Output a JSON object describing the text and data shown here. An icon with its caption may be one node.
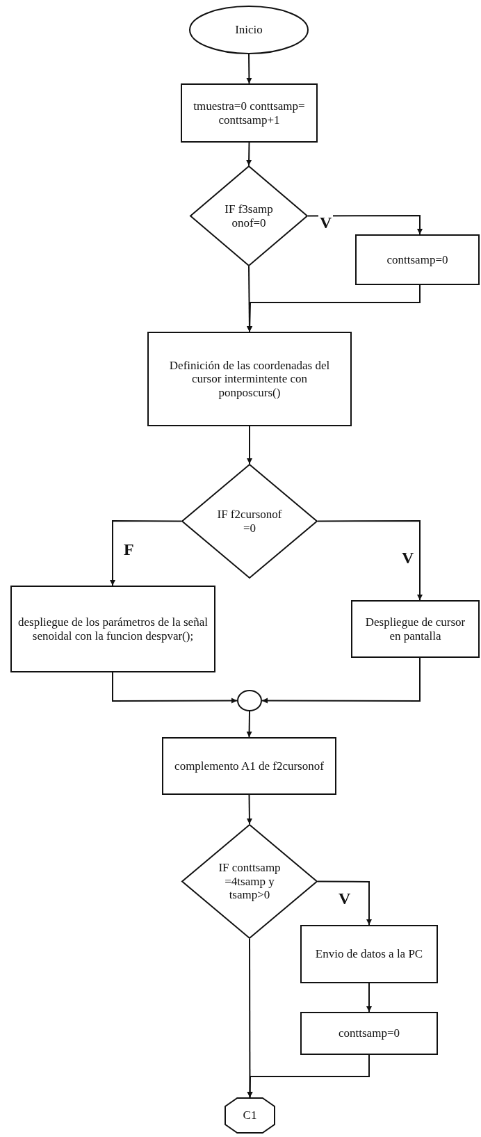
{
  "diagram": {
    "nodes": [
      {
        "text": [
          "Inicio"
        ]
      },
      {
        "text": [
          "tmuestra=0 conttsamp= conttsamp+1"
        ]
      },
      {
        "text": [
          "IF f3samp onof=0"
        ]
      },
      {
        "text": [
          "conttsamp=0"
        ]
      },
      {
        "text": [
          "Definición de las coordenadas del cursor intermintente con ponposcurs()"
        ]
      },
      {
        "text": [
          "IF f2cursonof =0"
        ]
      },
      {
        "text": [
          "despliegue de los parámetros de la señal senoidal con la funcion despvar();"
        ]
      },
      {
        "text": [
          "Despliegue de cursor en pantalla"
        ]
      },
      {
        "text": [],
        "shape": "circle"
      },
      {
        "text": [
          "complemento A1 de f2cursonof"
        ]
      },
      {
        "text": [
          "IF conttsamp =4tsamp y tsamp>0"
        ]
      },
      {
        "text": [
          "Envio de datos a la PC"
        ]
      },
      {
        "text": [
          "conttsamp=0"
        ]
      },
      {
        "text": [
          "C1"
        ]
      }
    ],
    "edges": [
      {
        "from": 0,
        "to": 1,
        "arrow": "to"
      },
      {
        "from": 1,
        "to": 2,
        "arrow": "to"
      },
      {
        "from": 2,
        "to": 3,
        "arrow": "to",
        "label": "V"
      },
      {
        "from": 2,
        "to": 4,
        "arrow": "to"
      },
      {
        "from": 3,
        "to": 4,
        "arrow": "to"
      },
      {
        "from": 4,
        "to": 5,
        "arrow": "to"
      },
      {
        "from": 5,
        "to": 6,
        "arrow": "to",
        "label": "F"
      },
      {
        "from": 5,
        "to": 7,
        "arrow": "to",
        "label": "V"
      },
      {
        "from": 6,
        "to": 8,
        "arrow": "to"
      },
      {
        "from": 7,
        "to": 8,
        "arrow": "to"
      },
      {
        "from": 8,
        "to": 9,
        "arrow": "to"
      },
      {
        "from": 9,
        "to": 10,
        "arrow": "to"
      },
      {
        "from": 10,
        "to": 11,
        "arrow": "to",
        "label": "V"
      },
      {
        "from": 11,
        "to": 12,
        "arrow": "to"
      },
      {
        "from": 12,
        "to": 13,
        "arrow": "to"
      },
      {
        "from": 10,
        "to": 13,
        "arrow": "to"
      }
    ]
  }
}
